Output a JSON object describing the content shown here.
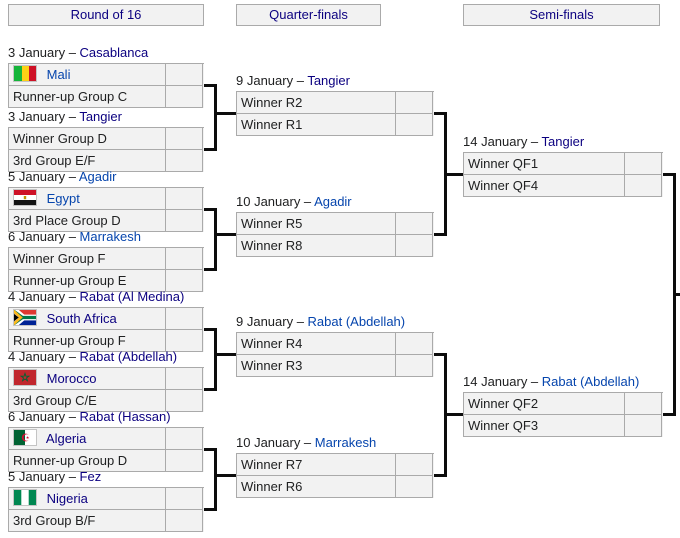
{
  "palette": {
    "blue": "#0645ad",
    "navy": "#0b0080",
    "text": "#202122",
    "cell_bg": "#f2f2f2",
    "border": "#aaaaaa",
    "connector": "#0c0c0c"
  },
  "headers": [
    {
      "label": "Round of 16",
      "color": "navy"
    },
    {
      "label": "Quarter-finals",
      "color": "navy"
    },
    {
      "label": "Semi-finals",
      "color": "navy"
    }
  ],
  "bracket": {
    "r16": [
      {
        "date": "3 January – ",
        "venue": "Casablanca",
        "venue_color": "navy",
        "top": {
          "name": "Mali",
          "flag": "mali",
          "color": "blue",
          "score": ""
        },
        "bottom": {
          "name": "Runner-up Group C",
          "color": "text",
          "score": ""
        }
      },
      {
        "date": "3 January – ",
        "venue": "Tangier",
        "venue_color": "navy",
        "top": {
          "name": "Winner Group D",
          "color": "text",
          "score": ""
        },
        "bottom": {
          "name": "3rd Group E/F",
          "color": "text",
          "score": ""
        }
      },
      {
        "date": "5 January – ",
        "venue": "Agadir",
        "venue_color": "blue",
        "top": {
          "name": "Egypt",
          "flag": "egypt",
          "color": "blue",
          "score": ""
        },
        "bottom": {
          "name": "3rd Place Group D",
          "color": "text",
          "score": ""
        }
      },
      {
        "date": "6 January – ",
        "venue": "Marrakesh",
        "venue_color": "blue",
        "top": {
          "name": "Winner Group F",
          "color": "text",
          "score": ""
        },
        "bottom": {
          "name": "Runner-up Group E",
          "color": "text",
          "score": ""
        }
      },
      {
        "date": "4 January – ",
        "venue": "Rabat (Al Medina)",
        "venue_color": "navy",
        "top": {
          "name": "South Africa",
          "flag": "south-africa",
          "color": "navy",
          "score": ""
        },
        "bottom": {
          "name": "Runner-up Group F",
          "color": "text",
          "score": ""
        }
      },
      {
        "date": "4 January – ",
        "venue": "Rabat (Abdellah)",
        "venue_color": "navy",
        "top": {
          "name": "Morocco",
          "flag": "morocco",
          "color": "navy",
          "score": ""
        },
        "bottom": {
          "name": "3rd Group C/E",
          "color": "text",
          "score": ""
        }
      },
      {
        "date": "6 January – ",
        "venue": "Rabat (Hassan)",
        "venue_color": "navy",
        "top": {
          "name": "Algeria",
          "flag": "algeria",
          "color": "navy",
          "score": ""
        },
        "bottom": {
          "name": "Runner-up Group D",
          "color": "text",
          "score": ""
        }
      },
      {
        "date": "5 January – ",
        "venue": "Fez",
        "venue_color": "navy",
        "top": {
          "name": "Nigeria",
          "flag": "nigeria",
          "color": "navy",
          "score": ""
        },
        "bottom": {
          "name": "3rd Group B/F",
          "color": "text",
          "score": ""
        }
      }
    ],
    "qf": [
      {
        "date": "9 January – ",
        "venue": "Tangier",
        "venue_color": "navy",
        "top": {
          "name": "Winner R2",
          "color": "text",
          "score": ""
        },
        "bottom": {
          "name": "Winner R1",
          "color": "text",
          "score": ""
        }
      },
      {
        "date": "10 January – ",
        "venue": "Agadir",
        "venue_color": "blue",
        "top": {
          "name": "Winner R5",
          "color": "text",
          "score": ""
        },
        "bottom": {
          "name": "Winner R8",
          "color": "text",
          "score": ""
        }
      },
      {
        "date": "9 January – ",
        "venue": "Rabat (Abdellah)",
        "venue_color": "blue",
        "top": {
          "name": "Winner R4",
          "color": "text",
          "score": ""
        },
        "bottom": {
          "name": "Winner R3",
          "color": "text",
          "score": ""
        }
      },
      {
        "date": "10 January – ",
        "venue": "Marrakesh",
        "venue_color": "blue",
        "top": {
          "name": "Winner R7",
          "color": "text",
          "score": ""
        },
        "bottom": {
          "name": "Winner R6",
          "color": "text",
          "score": ""
        }
      }
    ],
    "sf": [
      {
        "date": "14 January – ",
        "venue": "Tangier",
        "venue_color": "navy",
        "top": {
          "name": "Winner QF1",
          "color": "text",
          "score": ""
        },
        "bottom": {
          "name": "Winner QF4",
          "color": "text",
          "score": ""
        }
      },
      {
        "date": "14 January – ",
        "venue": "Rabat (Abdellah)",
        "venue_color": "blue",
        "top": {
          "name": "Winner QF2",
          "color": "text",
          "score": ""
        },
        "bottom": {
          "name": "Winner QF3",
          "color": "text",
          "score": ""
        }
      }
    ]
  }
}
